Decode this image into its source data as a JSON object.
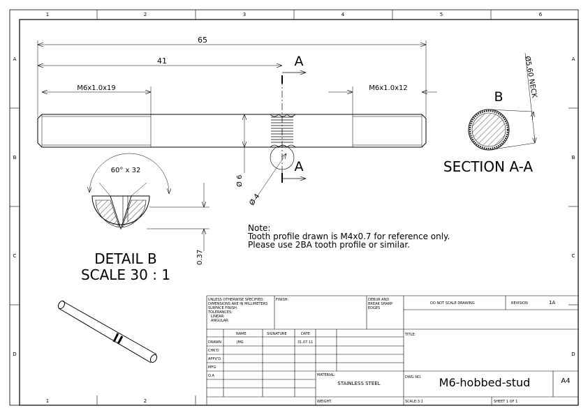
{
  "border": {
    "columns": [
      "1",
      "2",
      "3",
      "4",
      "5",
      "6"
    ],
    "rows": [
      "A",
      "B",
      "C",
      "D"
    ],
    "bottom_columns": [
      "1",
      "2"
    ]
  },
  "dimensions": {
    "overall_length": "65",
    "shank_length": "41",
    "thread_left": "M6x1.0x19",
    "thread_right": "M6x1.0x12",
    "dia_6": "Ø 6",
    "dia_4": "Ø 4",
    "detail_angle": "60° x 32",
    "detail_depth": "0.37",
    "neck_diameter": "Ø5.60 NECK"
  },
  "labels": {
    "section_marker_top": "A",
    "section_marker_bottom": "A",
    "detail_marker": "B",
    "section_title": "SECTION A-A",
    "detail_title": "DETAIL B",
    "detail_scale": "SCALE 30 : 1"
  },
  "note": {
    "heading": "Note:",
    "line1": "Tooth profile drawn is M4x0.7 for reference only.",
    "line2": "Please use 2BA tooth profile or similar."
  },
  "title_block": {
    "general_notes": [
      "UNLESS OTHERWISE SPECIFIED:",
      "DIMENSIONS ARE IN MILLIMETERS",
      "SURFACE FINISH:",
      "TOLERANCES:",
      "  LINEAR:",
      "  ANGULAR:"
    ],
    "finish_label": "FINISH:",
    "deburr": [
      "DEBUR AND",
      "BREAK SHARP",
      "EDGES"
    ],
    "do_not_scale": "DO NOT SCALE DRAWING",
    "revision_label": "REVISION",
    "revision_value": "1A",
    "col_name": "NAME",
    "col_signature": "SIGNATURE",
    "col_date": "DATE",
    "rows": [
      "DRAWN",
      "CHK'D",
      "APPV'D",
      "MFG",
      "Q.A"
    ],
    "drawn_name": "JMG",
    "drawn_date": "31.07.11",
    "title_label": "TITLE:",
    "material_label": "MATERIAL:",
    "material_value": "STAINLESS STEEL",
    "dwg_no_label": "DWG NO.",
    "dwg_no_value": "M6-hobbed-stud",
    "size": "A4",
    "weight_label": "WEIGHT:",
    "scale_label": "SCALE:3:1",
    "sheet_label": "SHEET 1 OF 1"
  }
}
